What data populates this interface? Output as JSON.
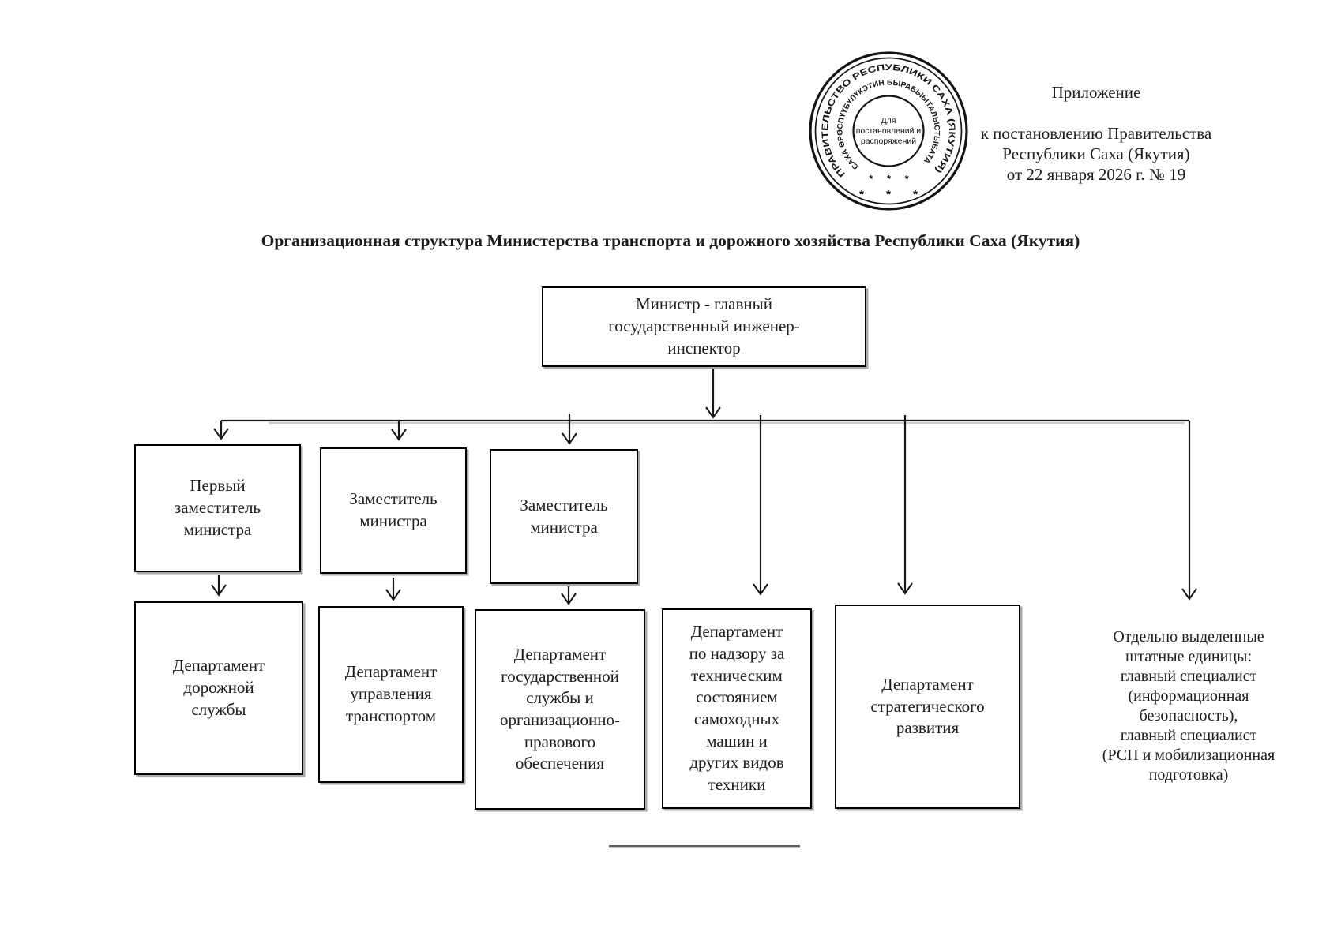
{
  "title": "Организационная структура Министерства транспорта и дорожного хозяйства Республики Саха (Якутия)",
  "header": {
    "line1": "Приложение",
    "line2": "к постановлению Правительства",
    "line3": "Республики Саха (Якутия)",
    "line4": "от 22 января 2026 г. № 19"
  },
  "stamp": {
    "outer_ring_text": "ПРАВИТЕЛЬСТВО РЕСПУБЛИКИ САХА (ЯКУТИЯ)",
    "inner_ring_text": "САХА ӨРӨСПҮҮБҮЛҮКЭТИН БЫРАБЫЫТАЛЫСТЫБАТА",
    "center_text": "Для\nпостановлений и\nраспоряжений",
    "asterisks_outer": "* * *",
    "asterisks_inner": "* * *",
    "ink_color": "#141414"
  },
  "org_chart": {
    "root": {
      "label": "Министр - главный\nгосударственный инженер-\nинспектор"
    },
    "deputies": [
      {
        "label": "Первый\nзаместитель\nминистра"
      },
      {
        "label": "Заместитель\nминистра"
      },
      {
        "label": "Заместитель\nминистра"
      }
    ],
    "departments": [
      {
        "label": "Департамент\nдорожной\nслужбы"
      },
      {
        "label": "Департамент\nуправления\nтранспортом"
      },
      {
        "label": "Департамент\nгосударственной\nслужбы и\nорганизационно-\nправового\nобеспечения"
      },
      {
        "label": "Департамент\nпо надзору за\nтехническим\nсостоянием\nсамоходных\nмашин и\nдругих видов\nтехники"
      },
      {
        "label": "Департамент\nстратегического\nразвития"
      }
    ],
    "standalone_note": "Отдельно выделенные\nштатные единицы:\nглавный специалист\n(информационная\nбезопасность),\nглавный специалист\n(РСП и мобилизационная\nподготовка)"
  },
  "colors": {
    "line": "#161616",
    "box_border": "#000000",
    "box_shadow": "#a9a9a9",
    "background": "#ffffff"
  }
}
